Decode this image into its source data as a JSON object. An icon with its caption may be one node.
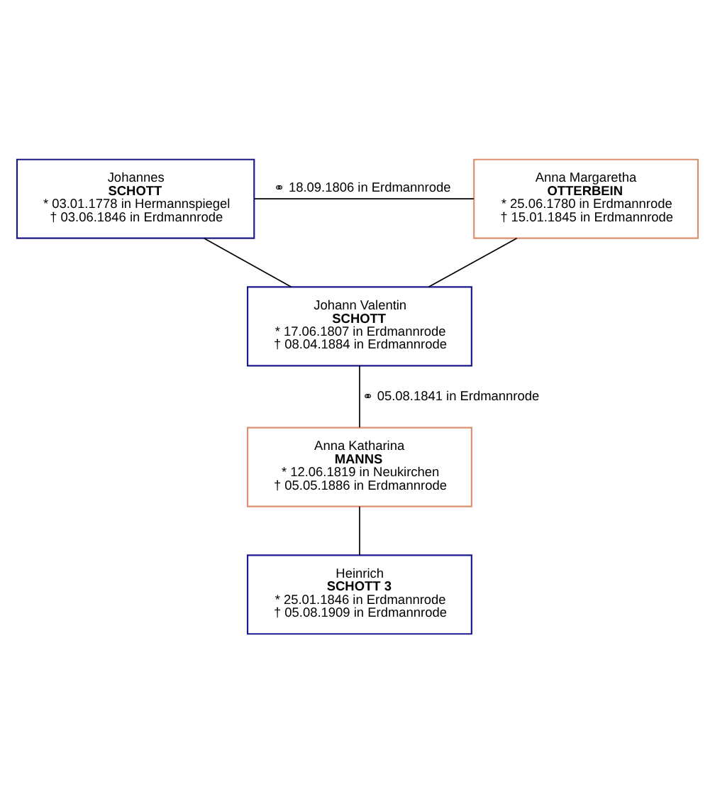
{
  "diagram": {
    "nodes": [
      {
        "text": [
          "Johannes",
          "SCHOTT",
          "* 03.01.1778 in Hermannspiegel",
          "† 03.06.1846 in Erdmannrode"
        ]
      },
      {
        "text": [
          "Anna Margaretha",
          "OTTERBEIN",
          "* 25.06.1780 in Erdmannrode",
          "† 15.01.1845 in Erdmannrode"
        ]
      },
      {
        "text": [
          "Johann Valentin",
          "SCHOTT",
          "* 17.06.1807 in Erdmannrode",
          "† 08.04.1884 in Erdmannrode"
        ]
      },
      {
        "text": [
          "Anna Katharina",
          "MANNS",
          "* 12.06.1819 in Neukirchen",
          "† 05.05.1886 in Erdmannrode"
        ]
      },
      {
        "text": [
          "Heinrich",
          "SCHOTT 3",
          "* 25.01.1846 in Erdmannrode",
          "† 05.08.1909 in Erdmannrode"
        ]
      }
    ],
    "edges": [
      {
        "from": 0,
        "to": 1,
        "arrow": "none",
        "label": "⚭ 18.09.1806 in Erdmannrode"
      },
      {
        "from": 0,
        "to": 2,
        "arrow": "none"
      },
      {
        "from": 1,
        "to": 2,
        "arrow": "none"
      },
      {
        "from": 2,
        "to": 3,
        "arrow": "none",
        "label": "⚭ 05.08.1841 in Erdmannrode"
      },
      {
        "from": 3,
        "to": 4,
        "arrow": "none"
      }
    ]
  }
}
